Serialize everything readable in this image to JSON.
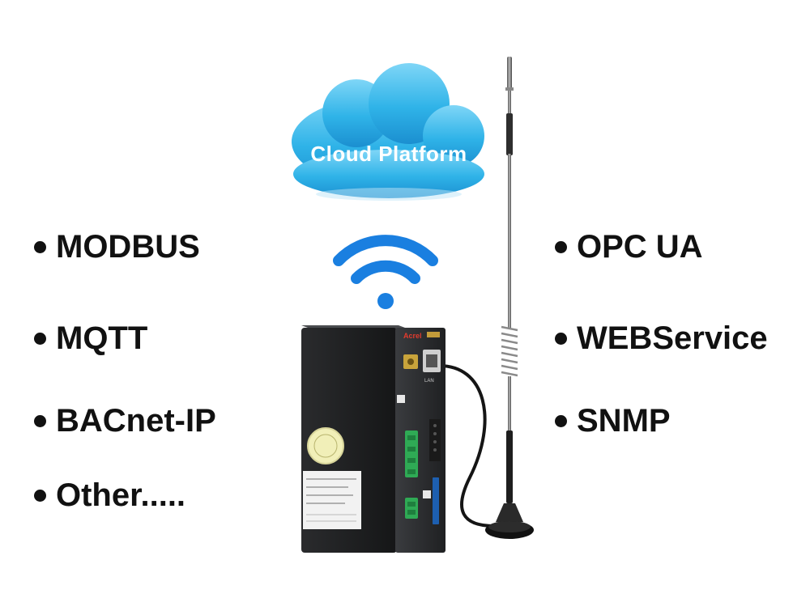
{
  "cloud": {
    "label": "Cloud Platform"
  },
  "protocols_left": [
    {
      "label": "MODBUS"
    },
    {
      "label": "MQTT"
    },
    {
      "label": "BACnet-IP"
    },
    {
      "label": "Other....."
    }
  ],
  "protocols_right": [
    {
      "label": "OPC UA"
    },
    {
      "label": "WEBService"
    },
    {
      "label": "SNMP"
    }
  ],
  "device": {
    "brand": "Acrel",
    "port_label": "LAN"
  },
  "colors": {
    "cloud": "#2fb3e8",
    "wifi": "#1a7fe0",
    "device": "#2a2c2e",
    "terminal": "#2faa55",
    "text": "#111111"
  }
}
